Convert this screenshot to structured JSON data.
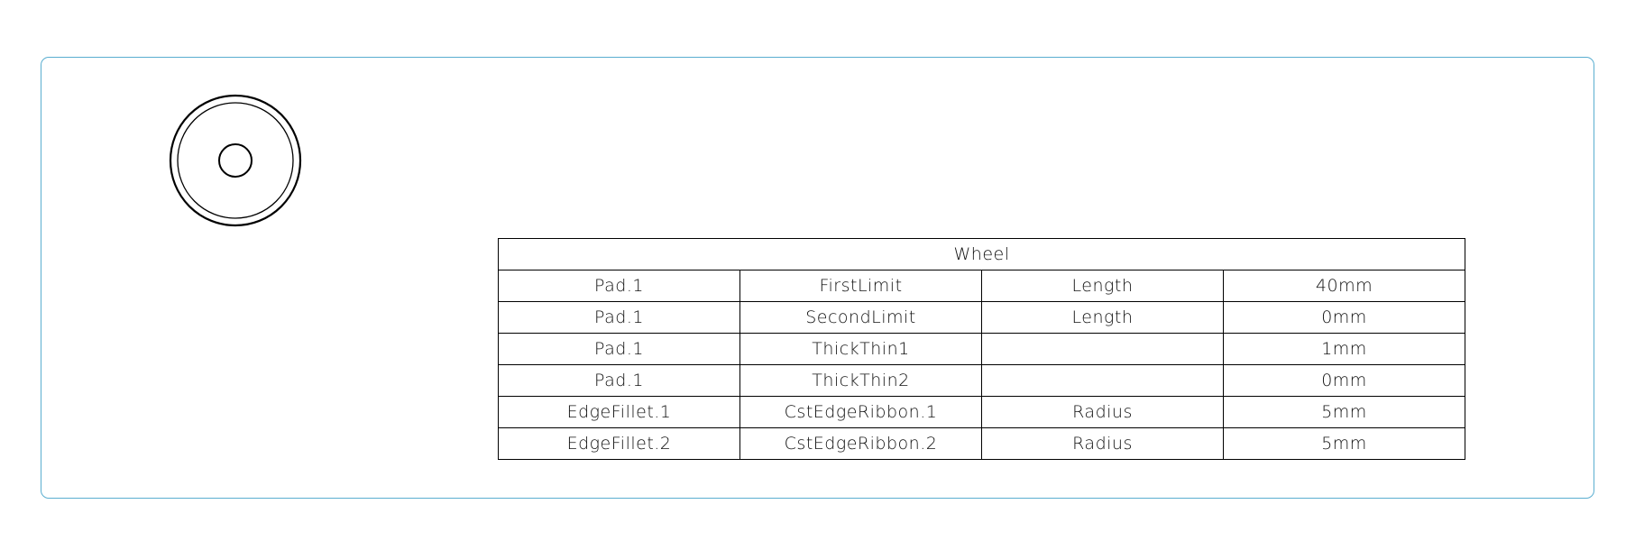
{
  "drawing": {
    "table": {
      "title": "Wheel",
      "rows": [
        [
          "Pad.1",
          "FirstLimit",
          "Length",
          "40mm"
        ],
        [
          "Pad.1",
          "SecondLimit",
          "Length",
          "0mm"
        ],
        [
          "Pad.1",
          "ThickThin1",
          "",
          "1mm"
        ],
        [
          "Pad.1",
          "ThickThin2",
          "",
          "0mm"
        ],
        [
          "EdgeFillet.1",
          "CstEdgeRibbon.1",
          "Radius",
          "5mm"
        ],
        [
          "EdgeFillet.2",
          "CstEdgeRibbon.2",
          "Radius",
          "5mm"
        ]
      ]
    },
    "colors": {
      "frame": "#5aaed0",
      "lines": "#000000"
    }
  }
}
